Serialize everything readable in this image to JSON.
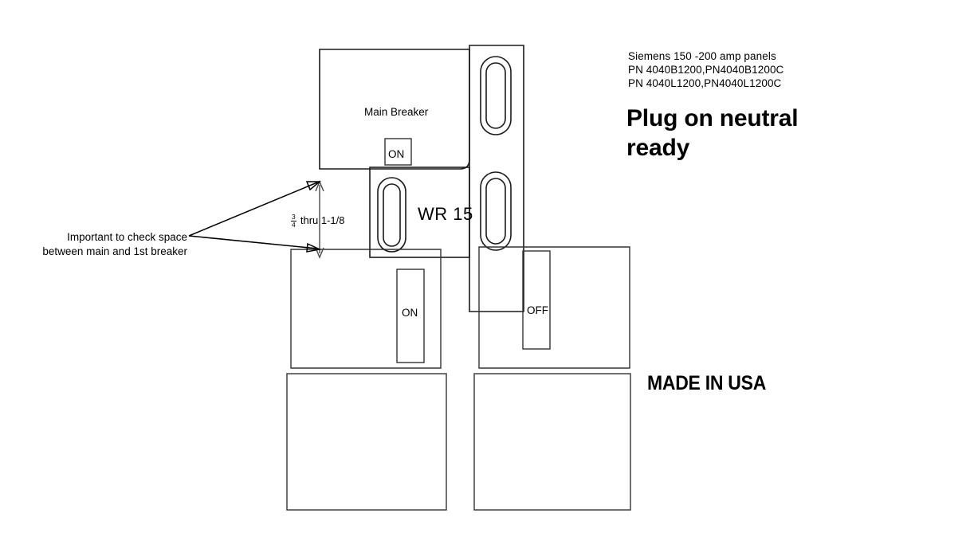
{
  "document": {
    "type": "electrical-panel-breaker-diagram",
    "background_color": "#ffffff",
    "line_color": "#1a1a1a"
  },
  "annotations": {
    "product_info": {
      "line1": "Siemens 150 -200 amp panels",
      "line2": "PN 4040B1200,PN4040B1200C",
      "line3": "PN 4040L1200,PN4040L1200C"
    },
    "headline": {
      "line1": "Plug on neutral",
      "line2": "ready"
    },
    "made_in": "MADE IN USA",
    "callout": {
      "line1": "Important to check space",
      "line2": "between main and 1st breaker"
    },
    "dimension": {
      "numerator": "3",
      "denominator": "4",
      "text": " thru 1-1/8"
    }
  },
  "diagram": {
    "main_breaker_label": "Main Breaker",
    "main_breaker_state": "ON",
    "branch_breaker_label": "WR 15",
    "left_breaker_state": "ON",
    "right_breaker_state": "OFF"
  }
}
